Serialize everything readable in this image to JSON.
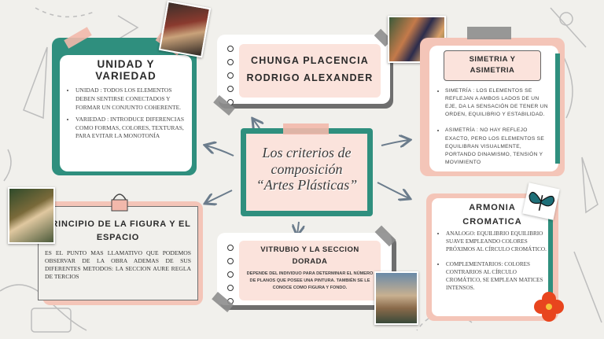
{
  "center": {
    "line1": "Los criterios de",
    "line2": "composición",
    "line3": "“Artes Plásticas”"
  },
  "unidad": {
    "title": "UNIDAD Y VARIEDAD",
    "items": [
      "UNIDAD : TODOS LOS ELEMENTOS DEBEN SENTIRSE CONECTADOS Y FORMAR UN CONJUNTO COHERENTE.",
      "VARIEDAD : INTRODUCE DIFERENCIAS COMO FORMAS, COLORES, TEXTURAS, PARA EVITAR LA MONOTONÍA"
    ]
  },
  "author": {
    "line1": "CHUNGA PLACENCIA",
    "line2": "RODRIGO ALEXANDER"
  },
  "simetria": {
    "title": "SIMETRIA Y ASIMETRIA",
    "items": [
      "SIMETRÍA : LOS ELEMENTOS SE REFLEJAN A AMBOS LADOS DE UN EJE, DA LA SENSACIÓN DE TENER UN ORDEN, EQUILIBRIO Y ESTABILIDAD.",
      "ASIMETRÍA : NO HAY REFLEJO EXACTO, PERO LOS ELEMENTOS SE EQUILIBRAN VISUALMENTE, PORTANDO DINAMISMO, TENSIÓN Y MOVIMIENTO"
    ]
  },
  "principio": {
    "title": "PRINCIPIO DE LA FIGURA Y EL ESPACIO",
    "text": "ES EL PUNTO MAS LLAMATIVO QUE PODEMOS OBSERVAR DE LA OBRA ADEMAS DE SUS DIFERENTES METODOS: LA SECCION AURE REGLA DE TERCIOS"
  },
  "vitrubio": {
    "title": "VITRUBIO Y LA SECCION DORADA",
    "text": "DEPENDE DEL INDIVIDUO PARA DETERMINAR EL NÚMERO DE PLANOS QUE POSEE UNA PINTURA. TAMBIÉN SE LE CONOCE COMO FIGURA Y FONDO."
  },
  "armonia": {
    "title": "ARMONIA CROMATICA",
    "items": [
      "ANALOGO: EQUILIBRIO EQUILIBRIO SUAVE EMPLEANDO COLORES PRÓXIMOS AL CÍRCULO CROMÁTICO.",
      "COMPLEMENTARIOS: COLORES CONTRARIOS AL CÍRCULO CROMÁTICO, SE EMPLEAN MATICES INTENSOS."
    ]
  },
  "colors": {
    "teal": "#2f8f7e",
    "pink": "#f4c5b8",
    "grey": "#6e6e6e",
    "white": "#ffffff"
  }
}
